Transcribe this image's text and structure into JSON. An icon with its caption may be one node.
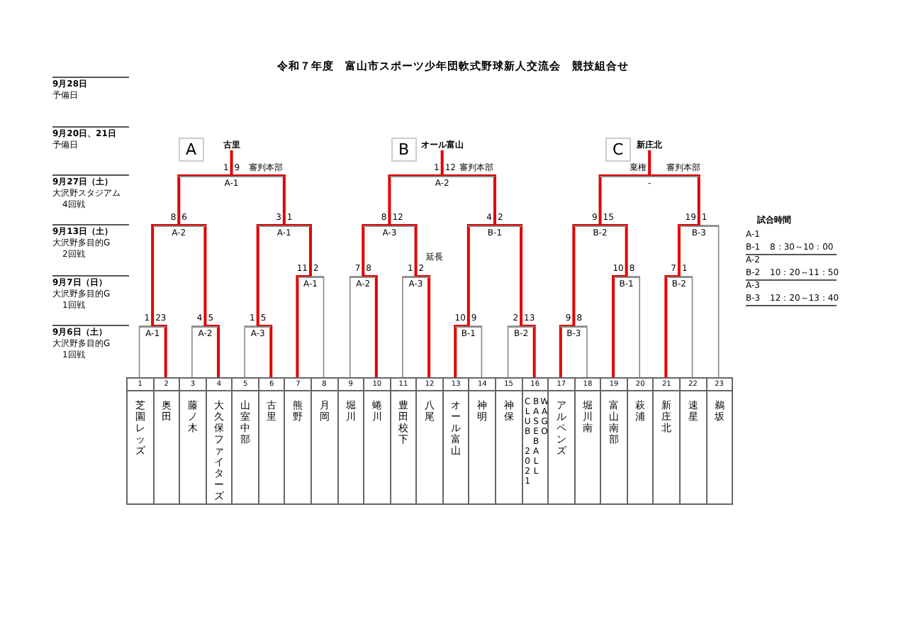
{
  "diagram": {
    "title": "令和７年度　富山市スポーツ少年団軟式野球新人交流会　競技組合せ",
    "nodes": [
      {
        "text": [
          "古里"
        ]
      },
      {
        "text": [
          "オール富山"
        ]
      },
      {
        "text": [
          "新庄北"
        ]
      },
      {
        "text": [
          "A-1"
        ],
        "beside": [
          "審判本部"
        ]
      },
      {
        "text": [
          "A-2"
        ],
        "beside": [
          "審判本部"
        ]
      },
      {
        "text": [
          "-"
        ],
        "beside": [
          "審判本部"
        ]
      },
      {
        "text": [
          "A-2"
        ]
      },
      {
        "text": [
          "A-1"
        ]
      },
      {
        "text": [
          "A-3"
        ]
      },
      {
        "text": [
          "B-1"
        ]
      },
      {
        "text": [
          "B-2"
        ]
      },
      {
        "text": [
          "B-3"
        ]
      },
      {
        "text": [
          "A-1"
        ]
      },
      {
        "text": [
          "A-2"
        ]
      },
      {
        "text": [
          "A-3"
        ],
        "beside": [
          "延長"
        ]
      },
      {
        "text": [
          "B-1"
        ]
      },
      {
        "text": [
          "B-2"
        ]
      },
      {
        "text": [
          "A-1"
        ]
      },
      {
        "text": [
          "A-2"
        ]
      },
      {
        "text": [
          "A-3"
        ]
      },
      {
        "text": [
          "B-1"
        ]
      },
      {
        "text": [
          "B-2"
        ]
      },
      {
        "text": [
          "B-3"
        ]
      },
      {
        "text": [
          "1",
          "芝園レッズ"
        ]
      },
      {
        "text": [
          "2",
          "奥田"
        ]
      },
      {
        "text": [
          "3",
          "藤ノ木"
        ]
      },
      {
        "text": [
          "4",
          "大久保ファイターズ"
        ]
      },
      {
        "text": [
          "5",
          "山室中部"
        ]
      },
      {
        "text": [
          "6",
          "古里"
        ]
      },
      {
        "text": [
          "7",
          "熊野"
        ]
      },
      {
        "text": [
          "8",
          "月岡"
        ]
      },
      {
        "text": [
          "9",
          "堀川"
        ]
      },
      {
        "text": [
          "10",
          "蜷川"
        ]
      },
      {
        "text": [
          "11",
          "豊田校下"
        ]
      },
      {
        "text": [
          "12",
          "八尾"
        ]
      },
      {
        "text": [
          "13",
          "オール富山"
        ]
      },
      {
        "text": [
          "14",
          "神明"
        ]
      },
      {
        "text": [
          "15",
          "神保"
        ]
      },
      {
        "text": [
          "16",
          "WAGO BASEBALL CLUB 2021"
        ]
      },
      {
        "text": [
          "17",
          "アルペンズ"
        ]
      },
      {
        "text": [
          "18",
          "堀川南"
        ]
      },
      {
        "text": [
          "19",
          "富山南部"
        ]
      },
      {
        "text": [
          "20",
          "萩浦"
        ]
      },
      {
        "text": [
          "21",
          "新庄北"
        ]
      },
      {
        "text": [
          "22",
          "速星"
        ]
      },
      {
        "text": [
          "23",
          "鵜坂"
        ]
      }
    ],
    "edges": [
      {
        "from": 23,
        "to": 17,
        "arrow": "none",
        "label": "1",
        "color": "#888888"
      },
      {
        "from": 24,
        "to": 17,
        "arrow": "none",
        "label": "23"
      },
      {
        "from": 25,
        "to": 18,
        "arrow": "none",
        "label": "4",
        "color": "#888888"
      },
      {
        "from": 26,
        "to": 18,
        "arrow": "none",
        "label": "5"
      },
      {
        "from": 27,
        "to": 19,
        "arrow": "none",
        "label": "1",
        "color": "#888888"
      },
      {
        "from": 28,
        "to": 19,
        "arrow": "none",
        "label": "5"
      },
      {
        "from": 35,
        "to": 20,
        "arrow": "none",
        "label": "10"
      },
      {
        "from": 36,
        "to": 20,
        "arrow": "none",
        "label": "9",
        "color": "#888888"
      },
      {
        "from": 37,
        "to": 21,
        "arrow": "none",
        "label": "2",
        "color": "#888888"
      },
      {
        "from": 38,
        "to": 21,
        "arrow": "none",
        "label": "13"
      },
      {
        "from": 39,
        "to": 22,
        "arrow": "none",
        "label": "9"
      },
      {
        "from": 40,
        "to": 22,
        "arrow": "none",
        "label": "8",
        "color": "#888888"
      },
      {
        "from": 29,
        "to": 12,
        "arrow": "none",
        "label": "11"
      },
      {
        "from": 30,
        "to": 12,
        "arrow": "none",
        "label": "2",
        "color": "#888888"
      },
      {
        "from": 31,
        "to": 13,
        "arrow": "none",
        "label": "7",
        "color": "#888888"
      },
      {
        "from": 32,
        "to": 13,
        "arrow": "none",
        "label": "8"
      },
      {
        "from": 33,
        "to": 14,
        "arrow": "none",
        "label": "1",
        "color": "#888888"
      },
      {
        "from": 34,
        "to": 14,
        "arrow": "none",
        "label": "2"
      },
      {
        "from": 41,
        "to": 15,
        "arrow": "none",
        "label": "10"
      },
      {
        "from": 42,
        "to": 15,
        "arrow": "none",
        "label": "8",
        "color": "#888888"
      },
      {
        "from": 43,
        "to": 16,
        "arrow": "none",
        "label": "7"
      },
      {
        "from": 44,
        "to": 16,
        "arrow": "none",
        "label": "1",
        "color": "#888888"
      },
      {
        "from": 17,
        "to": 6,
        "arrow": "none",
        "label": "8"
      },
      {
        "from": 18,
        "to": 6,
        "arrow": "none",
        "label": "6"
      },
      {
        "from": 19,
        "to": 7,
        "arrow": "none",
        "label": "3"
      },
      {
        "from": 12,
        "to": 7,
        "arrow": "none",
        "label": "1"
      },
      {
        "from": 13,
        "to": 8,
        "arrow": "none",
        "label": "8"
      },
      {
        "from": 14,
        "to": 8,
        "arrow": "none",
        "label": "12"
      },
      {
        "from": 20,
        "to": 9,
        "arrow": "none",
        "label": "4"
      },
      {
        "from": 21,
        "to": 9,
        "arrow": "none",
        "label": "2"
      },
      {
        "from": 22,
        "to": 10,
        "arrow": "none",
        "label": "9"
      },
      {
        "from": 15,
        "to": 10,
        "arrow": "none",
        "label": "15"
      },
      {
        "from": 16,
        "to": 11,
        "arrow": "none",
        "label": "19"
      },
      {
        "from": 45,
        "to": 11,
        "arrow": "none",
        "label": "1",
        "color": "#888888"
      },
      {
        "from": 6,
        "to": 3,
        "arrow": "none",
        "label": "1"
      },
      {
        "from": 7,
        "to": 3,
        "arrow": "none",
        "label": "9"
      },
      {
        "from": 8,
        "to": 4,
        "arrow": "none",
        "label": "1"
      },
      {
        "from": 9,
        "to": 4,
        "arrow": "none",
        "label": "12"
      },
      {
        "from": 10,
        "to": 5,
        "arrow": "none",
        "label": "棄権"
      },
      {
        "from": 11,
        "to": 5,
        "arrow": "none"
      },
      {
        "from": 3,
        "to": 0,
        "arrow": "none"
      },
      {
        "from": 4,
        "to": 1,
        "arrow": "none"
      },
      {
        "from": 5,
        "to": 2,
        "arrow": "none"
      }
    ],
    "labels": [
      "9月28日",
      "予備日",
      "9月20日、21日",
      "予備日",
      "A",
      "B",
      "C",
      "9月27日（土）",
      "大沢野スタジアム",
      "4回戦",
      "9月13日（土）",
      "大沢野多目的G",
      "2回戦",
      "9月7日（日）",
      "大沢野多目的G",
      "1回戦",
      "9月6日（土）",
      "大沢野多目的G",
      "1回戦",
      "試合時間",
      "A-1",
      "B-1",
      "8：30～10：00",
      "A-2",
      "B-2",
      "10：20～11：50",
      "A-3",
      "B-3",
      "12：20～13：40"
    ]
  }
}
